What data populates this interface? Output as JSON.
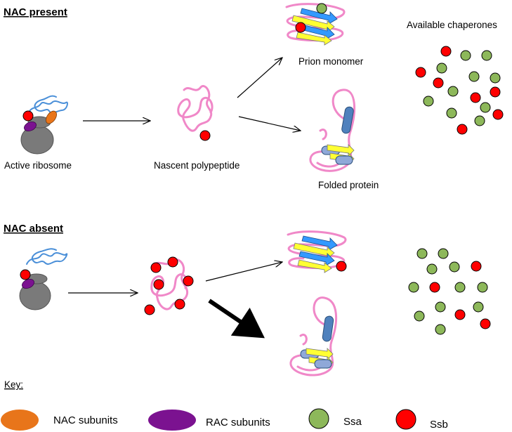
{
  "sections": {
    "present": {
      "title": "NAC present",
      "ribosome_label": "Active ribosome",
      "nascent_label": "Nascent polypeptide",
      "prion_label": "Prion monomer",
      "folded_label": "Folded protein",
      "chaperones_label": "Available chaperones"
    },
    "absent": {
      "title": "NAC absent"
    }
  },
  "key": {
    "title": "Key:",
    "items": [
      {
        "label": "NAC subunits",
        "shape": "ellipse",
        "color": "#e8751a"
      },
      {
        "label": "RAC subunits",
        "shape": "ellipse",
        "color": "#7b1290"
      },
      {
        "label": "Ssa",
        "shape": "circle",
        "color": "#8db85a"
      },
      {
        "label": "Ssb",
        "shape": "circle",
        "color": "#ff0000"
      }
    ]
  },
  "colors": {
    "polypeptide": "#f088c8",
    "mrna": "#4a8fd8",
    "ribosome": "#7a7a7a",
    "ssa": "#8db85a",
    "ssb": "#ff0000",
    "helix": "#4f81bd",
    "strand_yellow": "#ffff33",
    "strand_blue": "#3399ff"
  }
}
